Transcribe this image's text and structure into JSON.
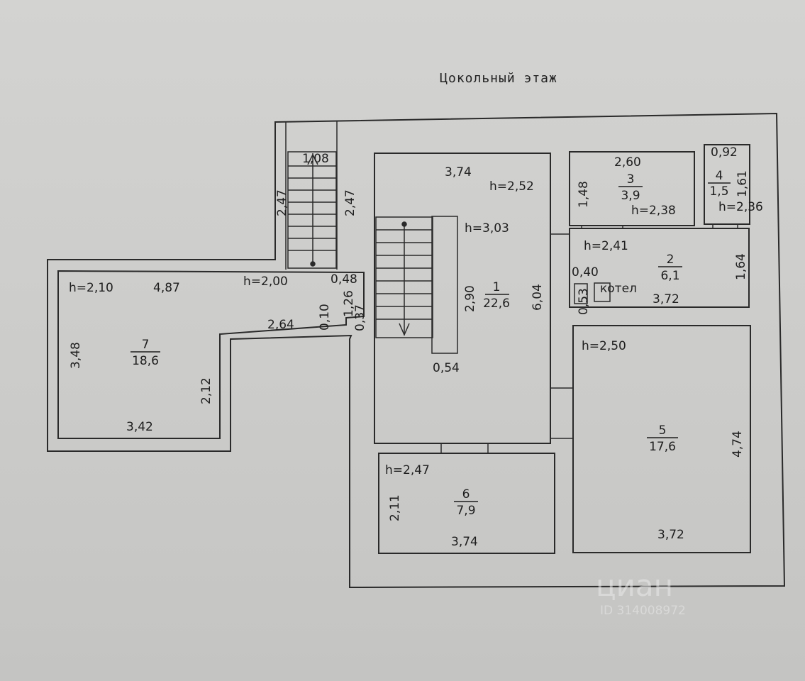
{
  "title": "Цокольный этаж",
  "watermark": {
    "brand": "циан",
    "id": "ID 314008972"
  },
  "rooms": {
    "r1": {
      "number": "1",
      "area": "22,6"
    },
    "r2": {
      "number": "2",
      "area": "6,1"
    },
    "r3": {
      "number": "3",
      "area": "3,9"
    },
    "r4": {
      "number": "4",
      "area": "1,5"
    },
    "r5": {
      "number": "5",
      "area": "17,6"
    },
    "r6": {
      "number": "6",
      "area": "7,9"
    },
    "r7": {
      "number": "7",
      "area": "18,6"
    }
  },
  "kotel_label": "котел",
  "heights": {
    "r1": "h=2,52",
    "stair": "h=3,03",
    "r2": "h=2,41",
    "r3": "h=2,38",
    "r4": "h=2,36",
    "r5": "h=2,50",
    "r6": "h=2,47",
    "r7": "h=2,10",
    "hall": "h=2,00"
  },
  "dims": {
    "d1_08": "1,08",
    "d2_47a": "2,47",
    "d2_47b": "2,47",
    "d3_74top": "3,74",
    "d2_90": "2,90",
    "d6_04": "6,04",
    "d0_54": "0,54",
    "d2_60": "2,60",
    "d1_48": "1,48",
    "d0_92": "0,92",
    "d1_61": "1,61",
    "d1_64": "1,64",
    "d0_40": "0,40",
    "d0_53": "0,53",
    "d3_72r2": "3,72",
    "d4_87": "4,87",
    "d0_48": "0,48",
    "d1_26": "1,26",
    "d0_10": "0,10",
    "d0_37": "0,37",
    "d2_64": "2,64",
    "d3_48": "3,48",
    "d2_12": "2,12",
    "d3_42": "3,42",
    "d4_74": "4,74",
    "d3_72r5": "3,72",
    "d2_11": "2,11",
    "d3_74r6": "3,74"
  }
}
